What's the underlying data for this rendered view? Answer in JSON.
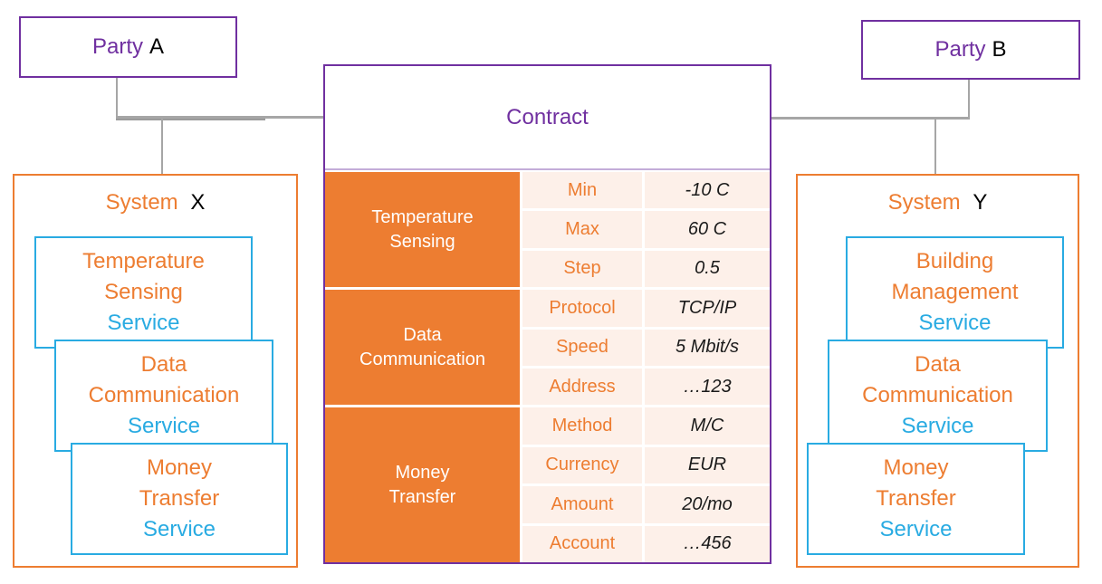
{
  "colors": {
    "purple": "#7030A0",
    "orange": "#ED7D31",
    "cyan": "#29ABE2",
    "gray": "#A6A6A6",
    "cell-bg": "#FDF0E9"
  },
  "party_a": {
    "label": "Party",
    "id": "A"
  },
  "party_b": {
    "label": "Party",
    "id": "B"
  },
  "contract": {
    "title": "Contract",
    "sections": [
      {
        "label_lines": [
          "Temperature",
          "Sensing"
        ],
        "rows": [
          {
            "param": "Min",
            "value": "-10 C"
          },
          {
            "param": "Max",
            "value": "60 C"
          },
          {
            "param": "Step",
            "value": "0.5"
          }
        ]
      },
      {
        "label_lines": [
          "Data",
          "Communication"
        ],
        "rows": [
          {
            "param": "Protocol",
            "value": "TCP/IP"
          },
          {
            "param": "Speed",
            "value": "5 Mbit/s"
          },
          {
            "param": "Address",
            "value": "…123"
          }
        ]
      },
      {
        "label_lines": [
          "Money",
          "Transfer"
        ],
        "rows": [
          {
            "param": "Method",
            "value": "M/C"
          },
          {
            "param": "Currency",
            "value": "EUR"
          },
          {
            "param": "Amount",
            "value": "20/mo"
          },
          {
            "param": "Account",
            "value": "…456"
          }
        ]
      }
    ]
  },
  "system_x": {
    "label": "System",
    "id": "X",
    "services": [
      {
        "lines": [
          "Temperature",
          "Sensing"
        ],
        "type": "Service"
      },
      {
        "lines": [
          "Data",
          "Communication"
        ],
        "type": "Service"
      },
      {
        "lines": [
          "Money",
          "Transfer"
        ],
        "type": "Service"
      }
    ]
  },
  "system_y": {
    "label": "System",
    "id": "Y",
    "services": [
      {
        "lines": [
          "Building",
          "Management"
        ],
        "type": "Service"
      },
      {
        "lines": [
          "Data",
          "Communication"
        ],
        "type": "Service"
      },
      {
        "lines": [
          "Money",
          "Transfer"
        ],
        "type": "Service"
      }
    ]
  }
}
